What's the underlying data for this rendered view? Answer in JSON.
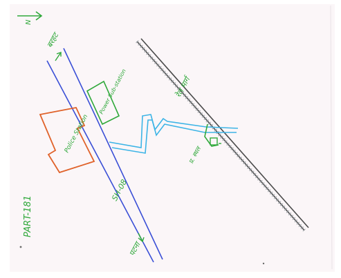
{
  "map": {
    "north_label": "N",
    "part_label": "PART-181",
    "police_station_label": "Police Station",
    "power_substation_label": "Power Sub-station",
    "road_label": "SH-08",
    "road_upper_destination": "बरहट",
    "road_lower_destination": "पटना",
    "railway_label": "रेल मार्ग",
    "site_label": "प्र. स्थल",
    "colors": {
      "paper": "#fbf6f8",
      "road": "#3a4fd6",
      "railway": "#4a4a4a",
      "canal": "#3cb4e6",
      "annotation_green": "#2fa83a",
      "police_box": "#e0622a",
      "pencil": "#9aa0a6"
    },
    "icons": [
      "north-arrow-icon",
      "substation-box",
      "police-station-box",
      "railway-line",
      "canal-line",
      "site-marker-icon"
    ]
  }
}
